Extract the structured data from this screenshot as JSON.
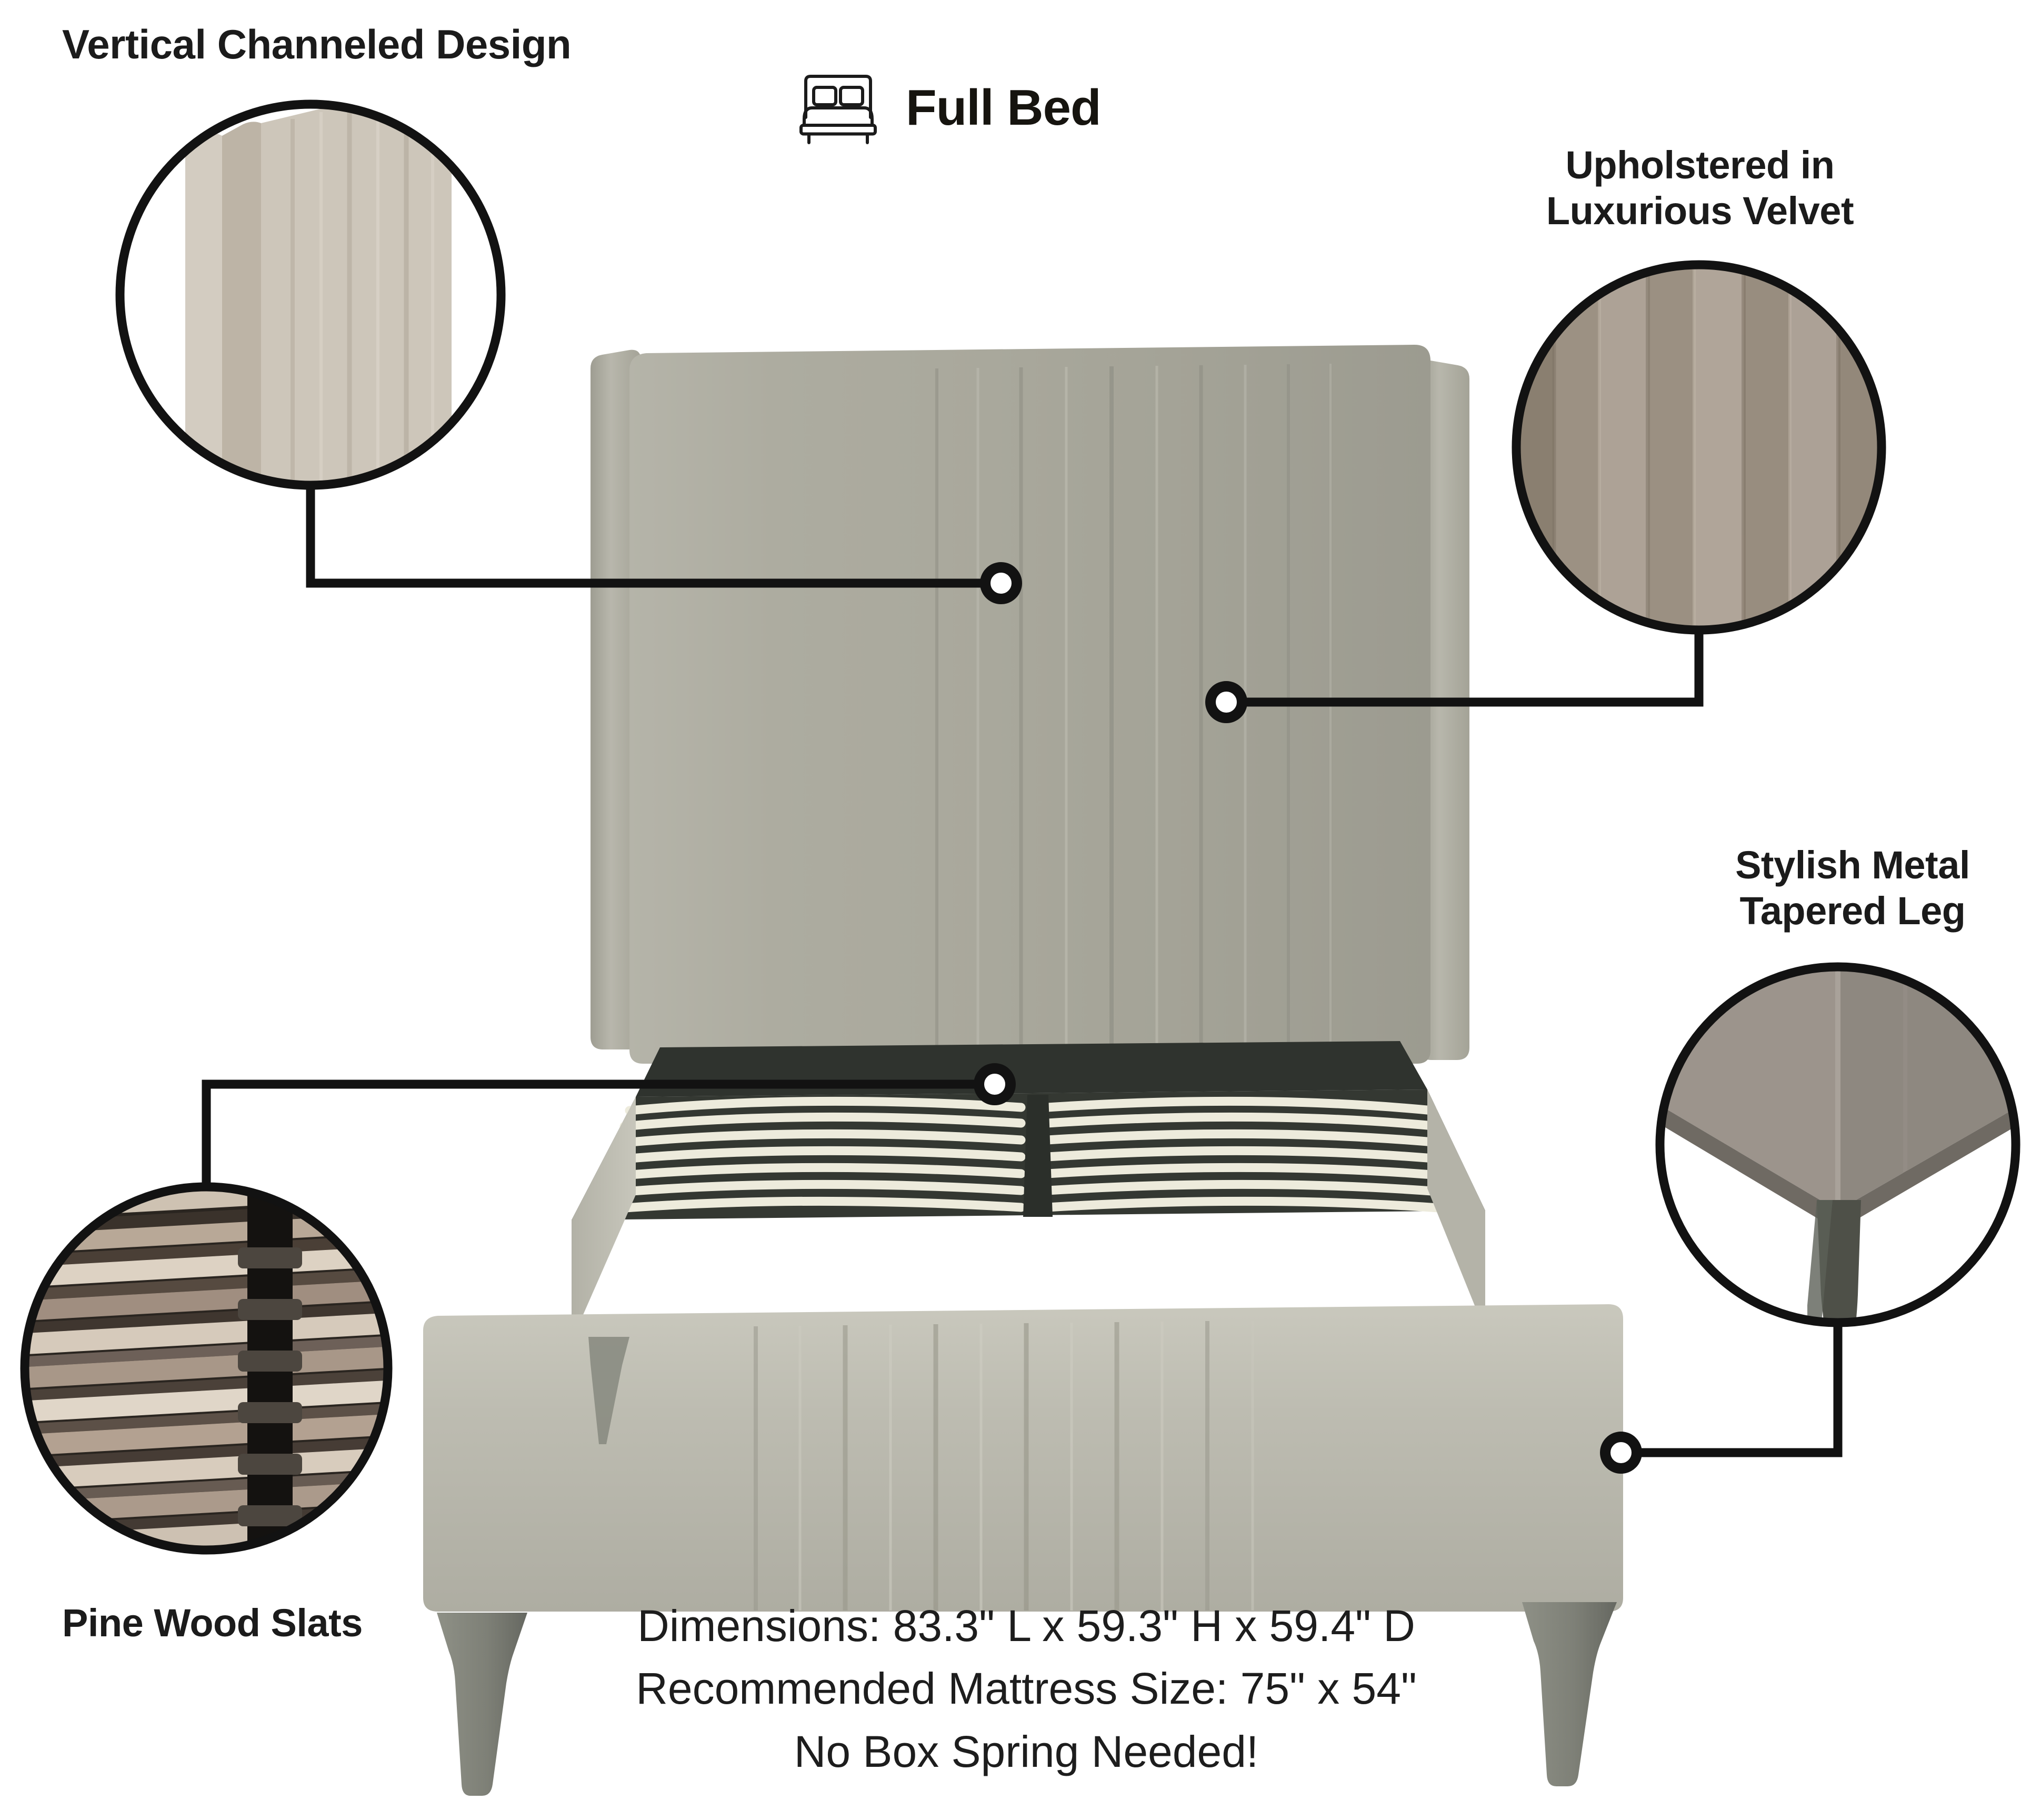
{
  "header": {
    "icon": "bed-icon",
    "title": "Full Bed"
  },
  "callouts": [
    {
      "id": "channeled",
      "label": "Vertical Channeled Design",
      "detail_icon": "channeled-panel-corner-photo"
    },
    {
      "id": "velvet",
      "label": "Upholstered in\nLuxurious Velvet",
      "detail_icon": "velvet-fabric-closeup-photo"
    },
    {
      "id": "leg",
      "label": "Stylish Metal\nTapered Leg",
      "detail_icon": "metal-tapered-leg-photo"
    },
    {
      "id": "slats",
      "label": "Pine Wood Slats",
      "detail_icon": "pine-wood-slats-photo"
    }
  ],
  "specs": {
    "dimensions": "Dimensions: 83.3\" L x 59.3\" H x 59.4\" D",
    "mattress": "Recommended Mattress Size: 75\" x 54\"",
    "box_spring": "No Box Spring Needed!"
  },
  "product": {
    "name": "upholstered-wingback-platform-bed",
    "upholstery_color": "#a9a89c",
    "upholstery_light": "#c3c2b7",
    "upholstery_shadow": "#94938a",
    "velvet_closeup_color": "#a2988a",
    "leg_color": "#8e9086",
    "leg_dark_color": "#4e5048",
    "slat_color": "#eceadb",
    "slat_shadow": "#3b3f38",
    "deck_dark_color": "#2f332e",
    "wood_light": "#d9cfc3",
    "wood_mid": "#a08e80",
    "wood_dark": "#6d6058",
    "outline_color": "#121212",
    "background": "#ffffff"
  }
}
